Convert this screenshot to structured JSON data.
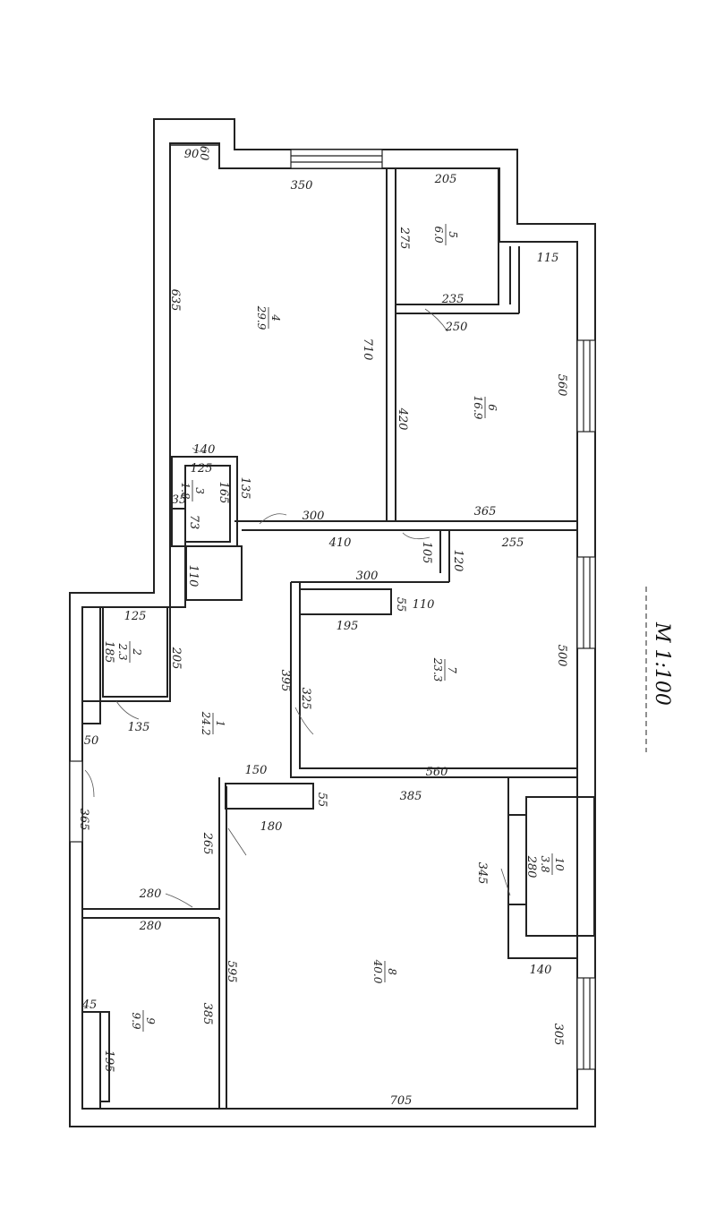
{
  "plan": {
    "scale_label": "M 1:100",
    "rooms": [
      {
        "id": "1",
        "number": "1",
        "area": "24.2"
      },
      {
        "id": "2",
        "number": "2",
        "area": "2.3"
      },
      {
        "id": "3",
        "number": "3",
        "area": "1.8"
      },
      {
        "id": "4",
        "number": "4",
        "area": "29.9"
      },
      {
        "id": "5",
        "number": "5",
        "area": "6.0"
      },
      {
        "id": "6",
        "number": "6",
        "area": "16.9"
      },
      {
        "id": "7",
        "number": "7",
        "area": "23.3"
      },
      {
        "id": "8",
        "number": "8",
        "area": "40.0"
      },
      {
        "id": "9",
        "number": "9",
        "area": "9.9"
      },
      {
        "id": "10",
        "number": "10",
        "area": "3.8"
      }
    ],
    "dimensions": {
      "d90": "90",
      "d60": "60",
      "d350": "350",
      "d205a": "205",
      "d275": "275",
      "d235": "235",
      "d250": "250",
      "d115": "115",
      "d635": "635",
      "d710": "710",
      "d560a": "560",
      "d420": "420",
      "d140a": "140",
      "d125a": "125",
      "d165": "165",
      "d135a": "135",
      "d35": "35",
      "d73": "73",
      "d300a": "300",
      "d365a": "365",
      "d410": "410",
      "d105": "105",
      "d120": "120",
      "d255": "255",
      "d110a": "110",
      "d300b": "300",
      "d55a": "55",
      "d110b": "110",
      "d125b": "125",
      "d195a": "195",
      "d185": "185",
      "d205b": "205",
      "d395": "395",
      "d325": "325",
      "d500": "500",
      "d135b": "135",
      "d50": "50",
      "d150": "150",
      "d560b": "560",
      "d55b": "55",
      "d385a": "385",
      "d365b": "365",
      "d265": "265",
      "d180": "180",
      "d345": "345",
      "d280a": "280",
      "d280b": "280",
      "d280c": "280",
      "d140b": "140",
      "d595": "595",
      "d45": "45",
      "d385b": "385",
      "d305": "305",
      "d195b": "195",
      "d705": "705"
    }
  }
}
